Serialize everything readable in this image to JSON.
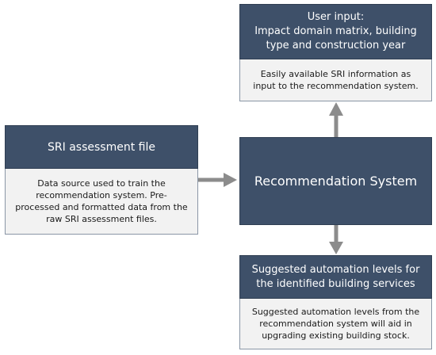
{
  "sri_assessment": {
    "title": "SRI assessment file",
    "description": "Data source used to train the recommendation system. Pre-processed and formatted data from the raw SRI assessment files."
  },
  "user_input": {
    "title_lines": [
      "User input:",
      "Impact domain matrix, building",
      "type and construction year"
    ],
    "description": "Easily available SRI information as input to the recommendation system."
  },
  "recommendation_system": {
    "title": "Recommendation System"
  },
  "suggested_levels": {
    "title_lines": [
      "Suggested automation levels for",
      "the identified building services"
    ],
    "description": "Suggested automation levels from the recommendation system will aid in upgrading existing building stock."
  },
  "colors": {
    "header_fill": "#3e5069",
    "body_fill": "#f2f2f2",
    "arrow": "#8c8c8c"
  }
}
